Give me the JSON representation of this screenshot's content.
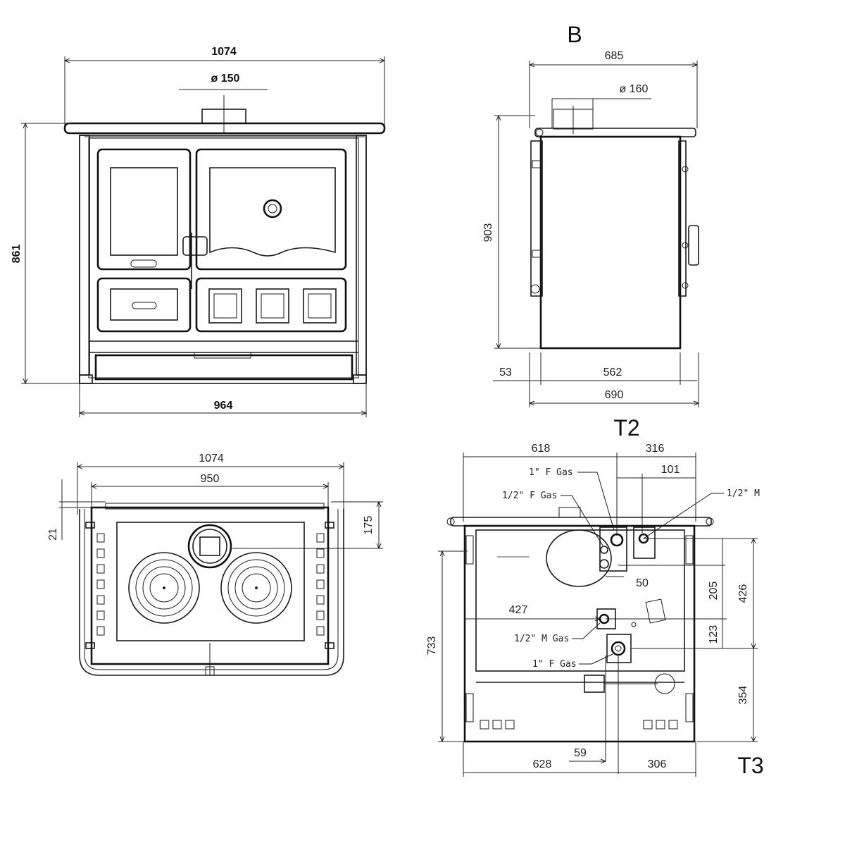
{
  "views": {
    "front": {
      "width_top": "1074",
      "flue_diameter": "ø 150",
      "height": "861",
      "width_base": "964"
    },
    "side": {
      "label": "B",
      "depth_top": "685",
      "flue_diameter": "ø 160",
      "height": "903",
      "offset": "53",
      "body_depth": "562",
      "total_depth": "690"
    },
    "top": {
      "width_total": "1074",
      "width_inner": "950",
      "dim_left": "21",
      "dim_right": "175"
    },
    "rear": {
      "label_t2": "T2",
      "label_t3": "T3",
      "dim_618": "618",
      "dim_316": "316",
      "dim_101": "101",
      "dim_50": "50",
      "dim_427": "427",
      "dim_205": "205",
      "dim_426": "426",
      "dim_123": "123",
      "dim_733": "733",
      "dim_354": "354",
      "dim_59": "59",
      "dim_628": "628",
      "dim_306": "306",
      "gas_1f_top": "1\" F Gas",
      "gas_half_f": "1/2\" F Gas",
      "gas_half_m_top": "1/2\" M",
      "gas_half_m_gas": "1/2\" M Gas",
      "gas_1f_bottom": "1\" F Gas"
    }
  }
}
